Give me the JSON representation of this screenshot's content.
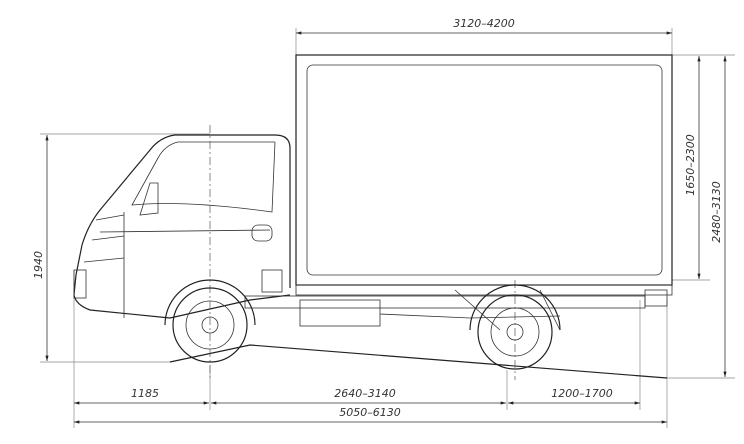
{
  "title": "Truck side view dimensions",
  "dimensions": {
    "body_length": "3120–4200",
    "body_inner_height": "1650–2300",
    "overall_height": "2480–3130",
    "cab_height": "1940",
    "front_overhang": "1185",
    "wheelbase": "2640–3140",
    "rear_overhang": "1200–1700",
    "overall_length": "5050–6130"
  }
}
